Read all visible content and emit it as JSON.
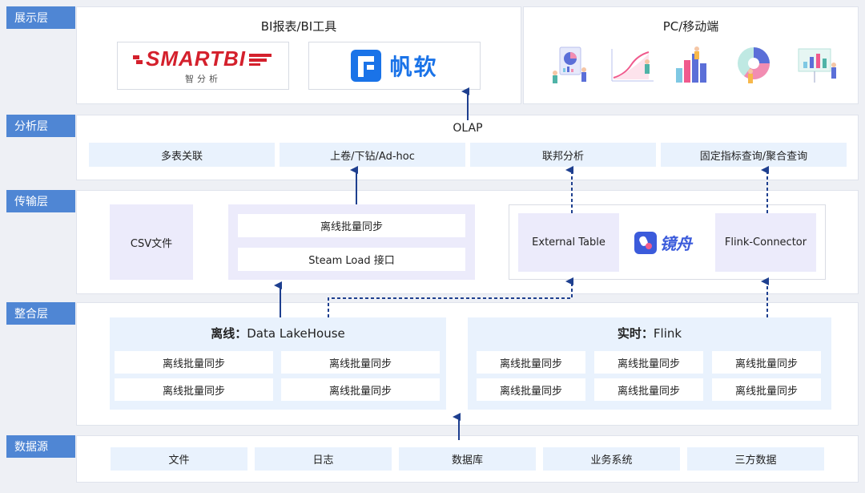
{
  "layers": {
    "presentation": "展示层",
    "analysis": "分析层",
    "transport": "传输层",
    "integration": "整合层",
    "source": "数据源"
  },
  "presentation": {
    "bi_title": "BI报表/BI工具",
    "smartbi_logo": "SMARTBI",
    "smartbi_sub": "智分析",
    "fanruan_logo": "帆软",
    "pc_title": "PC/移动端"
  },
  "analysis": {
    "olap": "OLAP",
    "items": [
      "多表关联",
      "上卷/下钻/Ad-hoc",
      "联邦分析",
      "固定指标查询/聚合查询"
    ]
  },
  "transport": {
    "csv": "CSV文件",
    "batch_sync": "离线批量同步",
    "stream_load": "Steam Load 接口",
    "external_table": "External Table",
    "jingzhou": "镜舟",
    "flink_connector": "Flink-Connector"
  },
  "integration": {
    "offline_title_bold": "离线：",
    "offline_title_rest": "Data LakeHouse",
    "offline_items": [
      "离线批量同步",
      "离线批量同步",
      "离线批量同步",
      "离线批量同步"
    ],
    "realtime_title_bold": "实时：",
    "realtime_title_rest": "Flink",
    "realtime_items": [
      "离线批量同步",
      "离线批量同步",
      "离线批量同步",
      "离线批量同步",
      "离线批量同步",
      "离线批量同步"
    ]
  },
  "sources": [
    "文件",
    "日志",
    "数据库",
    "业务系统",
    "三方数据"
  ],
  "colors": {
    "accent": "#4f86d4",
    "arrow": "#1e3f8f",
    "cell": "#e9f2fd",
    "purple_cell": "#ecebfb",
    "smartbi_red": "#d4202c",
    "fanruan_blue": "#1a73e8"
  }
}
